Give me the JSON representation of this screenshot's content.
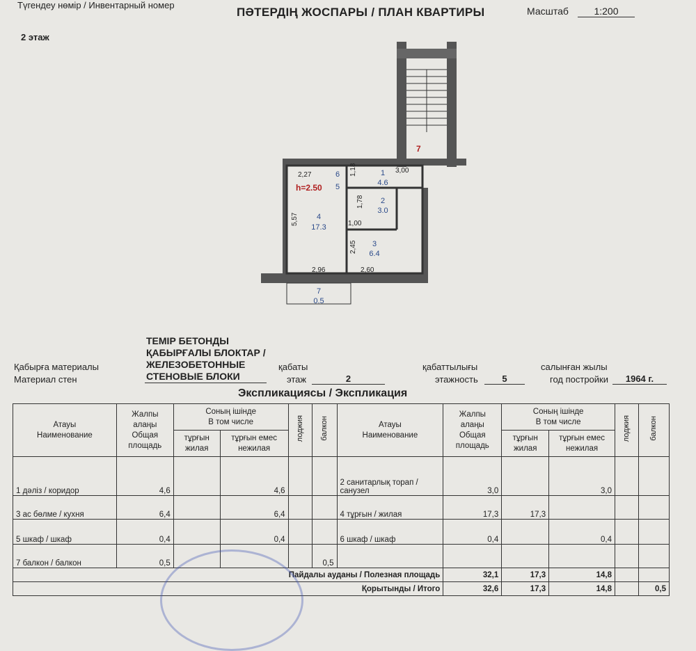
{
  "header": {
    "inventory_number": "Түгендеу нөмір / Инвентарный номер",
    "title": "ПӘТЕРДІҢ ЖОСПАРЫ / ПЛАН КВАРТИРЫ",
    "scale_label": "Масштаб",
    "scale_value": "1:200",
    "floor_label": "2 этаж"
  },
  "plan": {
    "height_label": "h=2.50",
    "rooms": [
      {
        "no": "1",
        "area": "4.6"
      },
      {
        "no": "2",
        "area": "3.0"
      },
      {
        "no": "3",
        "area": "6.4"
      },
      {
        "no": "4",
        "area": "17.3"
      },
      {
        "no": "5",
        "area": ""
      },
      {
        "no": "6",
        "area": ""
      },
      {
        "no": "7",
        "area": "0.5"
      }
    ],
    "stair_number": "7",
    "dimensions": [
      "2,27",
      "1,18",
      "3,00",
      "1,78",
      "5,57",
      "1,00",
      "2,45",
      "2,96",
      "2,60"
    ]
  },
  "materials": {
    "wall_material_value": [
      "ТЕМІР БЕТОНДЫ",
      "ҚАБЫРҒАЛЫ БЛОКТАР /",
      "ЖЕЛЕЗОБЕТОННЫЕ",
      "СТЕНОВЫЕ БЛОКИ"
    ],
    "wall_label_kz": "Қабырға материалы",
    "wall_label_ru": "Материал стен",
    "floor_kz": "қабаты",
    "floor_ru": "этаж",
    "floor_value": "2",
    "storeys_kz": "қабаттылығы",
    "storeys_ru": "этажность",
    "storeys_value": "5",
    "year_kz": "салынған жылы",
    "year_ru": "год постройки",
    "year_value": "1964 г."
  },
  "explication": {
    "title": "Экспликациясы / Экспликация",
    "headers": {
      "name": [
        "Атауы",
        "Наименование"
      ],
      "total": [
        "Жалпы",
        "алаңы",
        "Общая",
        "площадь"
      ],
      "incl": [
        "Соның ішінде",
        "В том числе"
      ],
      "living": [
        "тұрғын",
        "жилая"
      ],
      "nonliving": [
        "тұрғын емес",
        "нежилая"
      ],
      "loggia": "лоджия",
      "balcony": "балкон"
    },
    "rows": [
      {
        "left_name": "1 дәліз / коридор",
        "left_total": "4,6",
        "left_living": "",
        "left_non": "4,6",
        "left_logg": "",
        "left_balc": "",
        "right_name": "2  санитарлық торап / санузел",
        "right_total": "3,0",
        "right_living": "",
        "right_non": "3,0",
        "right_logg": "",
        "right_balc": ""
      },
      {
        "left_name": "3 ас бөлме / кухня",
        "left_total": "6,4",
        "left_living": "",
        "left_non": "6,4",
        "left_logg": "",
        "left_balc": "",
        "right_name": "4  тұрғын / жилая",
        "right_total": "17,3",
        "right_living": "17,3",
        "right_non": "",
        "right_logg": "",
        "right_balc": ""
      },
      {
        "left_name": "5 шкаф / шкаф",
        "left_total": "0,4",
        "left_living": "",
        "left_non": "0,4",
        "left_logg": "",
        "left_balc": "",
        "right_name": "6  шкаф / шкаф",
        "right_total": "0,4",
        "right_living": "",
        "right_non": "0,4",
        "right_logg": "",
        "right_balc": ""
      },
      {
        "left_name": "7 балкон / балкон",
        "left_total": "0,5",
        "left_living": "",
        "left_non": "",
        "left_logg": "",
        "left_balc": "0,5",
        "right_name": "",
        "right_total": "",
        "right_living": "",
        "right_non": "",
        "right_logg": "",
        "right_balc": ""
      }
    ],
    "useful_area_label": "Пайдалы ауданы / Полезная площадь",
    "useful_total": "32,1",
    "useful_living": "17,3",
    "useful_non": "14,8",
    "total_label": "Қорытынды / Итого",
    "total_total": "32,6",
    "total_living": "17,3",
    "total_non": "14,8",
    "total_balc": "0,5"
  }
}
